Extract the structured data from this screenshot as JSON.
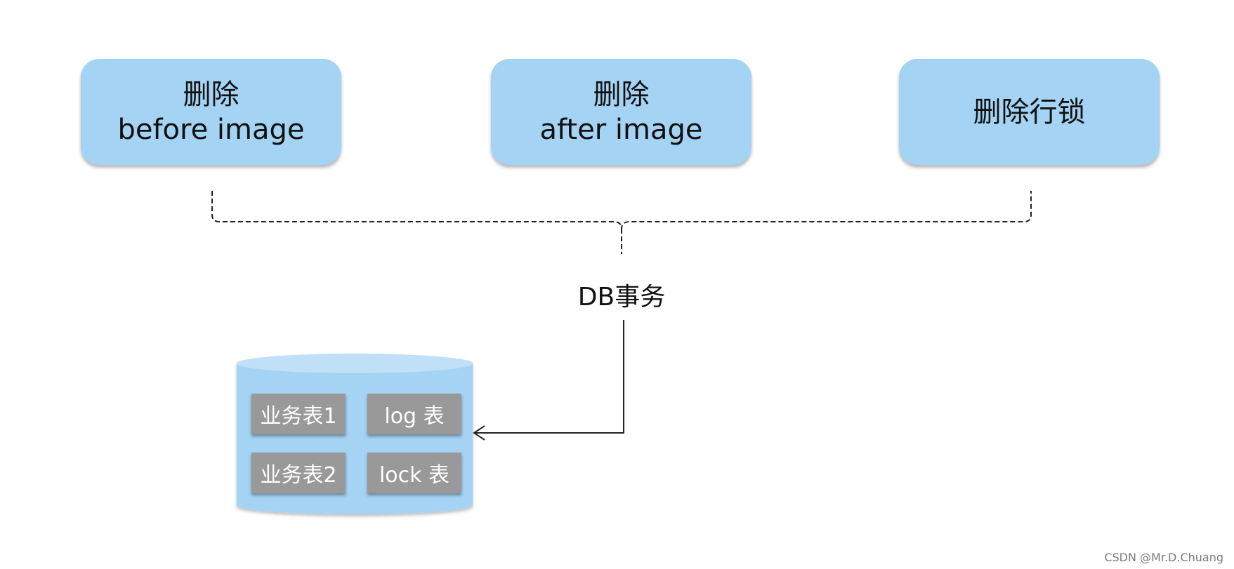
{
  "steps": [
    {
      "line1": "删除",
      "line2": "before image"
    },
    {
      "line1": "删除",
      "line2": "after image"
    },
    {
      "line1": "删除行锁",
      "line2": ""
    }
  ],
  "transaction_label": "DB事务",
  "database": {
    "tables": [
      "业务表1",
      "log 表",
      "业务表2",
      "lock 表"
    ]
  },
  "watermark": "CSDN @Mr.D.Chuang",
  "colors": {
    "step_box": "#a4d3f3",
    "cylinder_body": "#a4d3f3",
    "cylinder_top": "#bfe0f7",
    "table_tile": "#999999",
    "line": "#222222"
  }
}
